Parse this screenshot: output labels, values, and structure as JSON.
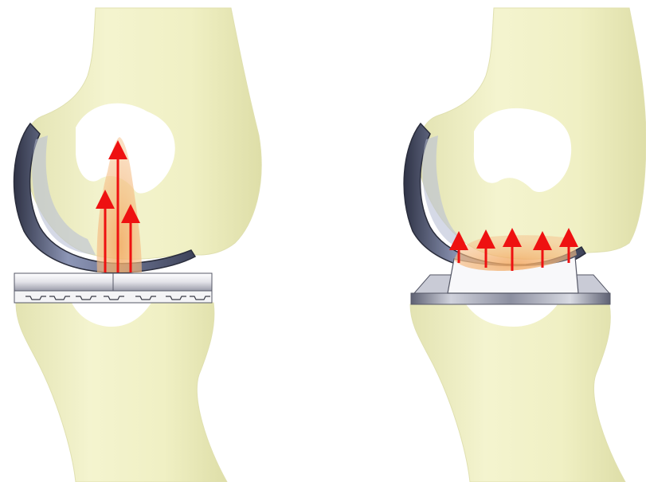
{
  "figure": {
    "panels": [
      {
        "id": "left",
        "implant": "narrow-post-insert",
        "pressure_arrows": 3
      },
      {
        "id": "right",
        "implant": "wide-conforming-insert",
        "pressure_arrows": 5
      }
    ],
    "colors": {
      "background": "#ffffff",
      "bone": "#f2f2c6",
      "bone_shadow": "#dcdca8",
      "femoral_component": "#7f88a8",
      "femoral_component_dark": "#3c4158",
      "tibial_tray": "#e6e6ec",
      "tibial_tray_dark": "#7a7c88",
      "polyethylene": "#f8f8fa",
      "pressure_zone": "#f0b070",
      "arrow": "#ee1111"
    },
    "icons": [
      "knee-bone-icon",
      "femoral-component-icon",
      "tibial-insert-icon",
      "force-arrow-icon"
    ]
  }
}
